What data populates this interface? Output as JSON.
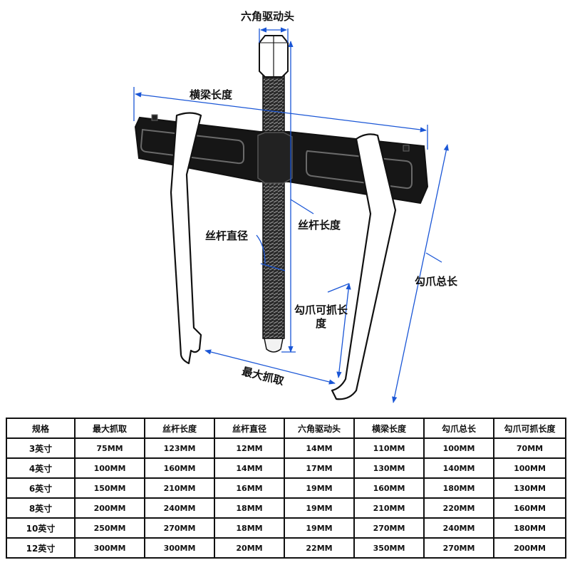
{
  "labels": {
    "hex_drive": "六角驱动头",
    "beam_length": "横梁长度",
    "screw_length": "丝杆长度",
    "screw_diameter": "丝杆直径",
    "jaw_total_length": "勾爪总长",
    "jaw_grip_length": "勾爪可抓长度",
    "max_grip": "最大抓取"
  },
  "table": {
    "headers": [
      "规格",
      "最大抓取",
      "丝杆长度",
      "丝杆直径",
      "六角驱动头",
      "横梁长度",
      "勾爪总长",
      "勾爪可抓长度"
    ],
    "rows": [
      [
        "3英寸",
        "75MM",
        "123MM",
        "12MM",
        "14MM",
        "110MM",
        "100MM",
        "70MM"
      ],
      [
        "4英寸",
        "100MM",
        "160MM",
        "14MM",
        "17MM",
        "130MM",
        "140MM",
        "100MM"
      ],
      [
        "6英寸",
        "150MM",
        "210MM",
        "16MM",
        "19MM",
        "160MM",
        "180MM",
        "130MM"
      ],
      [
        "8英寸",
        "200MM",
        "240MM",
        "18MM",
        "19MM",
        "210MM",
        "220MM",
        "160MM"
      ],
      [
        "10英寸",
        "250MM",
        "270MM",
        "18MM",
        "19MM",
        "270MM",
        "240MM",
        "180MM"
      ],
      [
        "12英寸",
        "300MM",
        "300MM",
        "20MM",
        "22MM",
        "350MM",
        "270MM",
        "200MM"
      ]
    ]
  },
  "colors": {
    "dimension_line": "#1a56d6",
    "tool_body": "#111111",
    "jaw": "#ffffff"
  }
}
